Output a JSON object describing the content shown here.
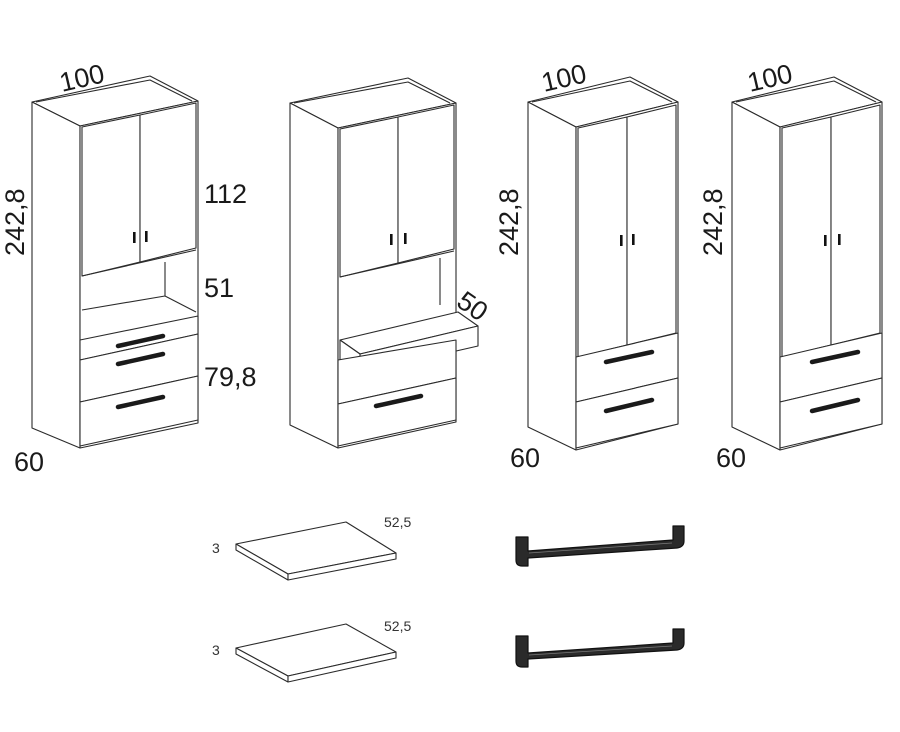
{
  "figures": [
    {
      "id": "wardrobe-open-niche",
      "width": "100",
      "height": "242,8",
      "depth": "60",
      "upper_height": "112",
      "niche_height": "51",
      "lower_height": "79,8"
    },
    {
      "id": "wardrobe-pullout",
      "pullout_depth": "50"
    },
    {
      "id": "wardrobe-two-drawers-a",
      "width": "100",
      "height": "242,8",
      "depth": "60"
    },
    {
      "id": "wardrobe-two-drawers-b",
      "width": "100",
      "height": "242,8",
      "depth": "60"
    }
  ],
  "accessories": {
    "shelves": [
      {
        "thickness": "3",
        "width": "52,5"
      },
      {
        "thickness": "3",
        "width": "52,5"
      }
    ],
    "hanging_rails": [
      {
        "icon": "hanging-rail-icon"
      },
      {
        "icon": "hanging-rail-icon"
      }
    ]
  },
  "colors": {
    "line": "#2b2b2b",
    "handle": "#111111",
    "background": "#ffffff"
  }
}
